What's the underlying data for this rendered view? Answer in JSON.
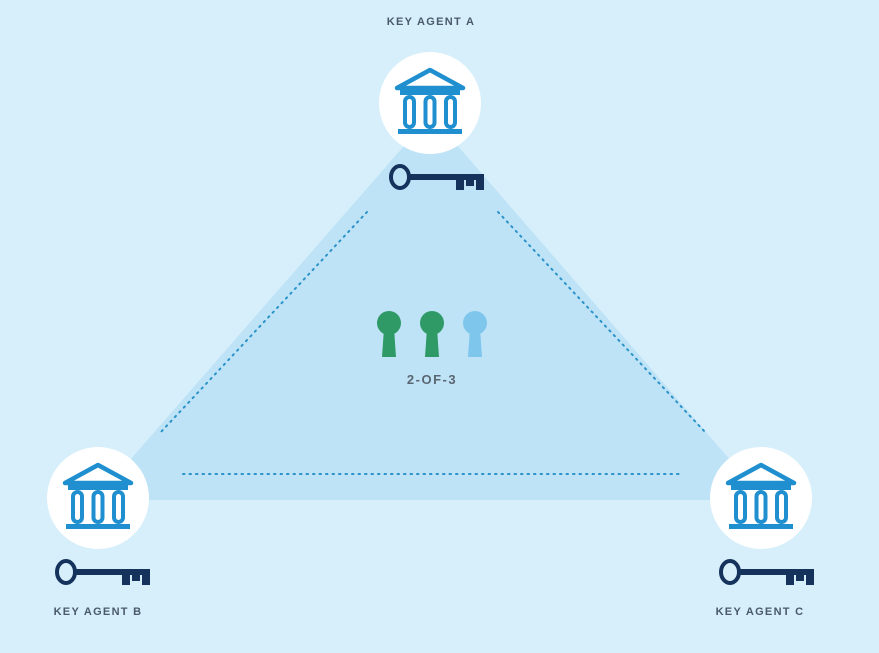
{
  "diagram": {
    "agents": [
      {
        "id": "a",
        "label": "KEY AGENT A"
      },
      {
        "id": "b",
        "label": "KEY AGENT B"
      },
      {
        "id": "c",
        "label": "KEY AGENT C"
      }
    ],
    "threshold_label": "2-OF-3",
    "keyholes": [
      {
        "state": "filled",
        "color": "#2f9a66"
      },
      {
        "state": "filled",
        "color": "#2f9a66"
      },
      {
        "state": "empty",
        "color": "#7fc6ec"
      }
    ],
    "colors": {
      "background": "#d6effb",
      "triangle": "#bfe3f6",
      "bank_icon": "#1f8fd0",
      "key_icon": "#14325c",
      "dotted_line": "#2b93c9"
    }
  }
}
